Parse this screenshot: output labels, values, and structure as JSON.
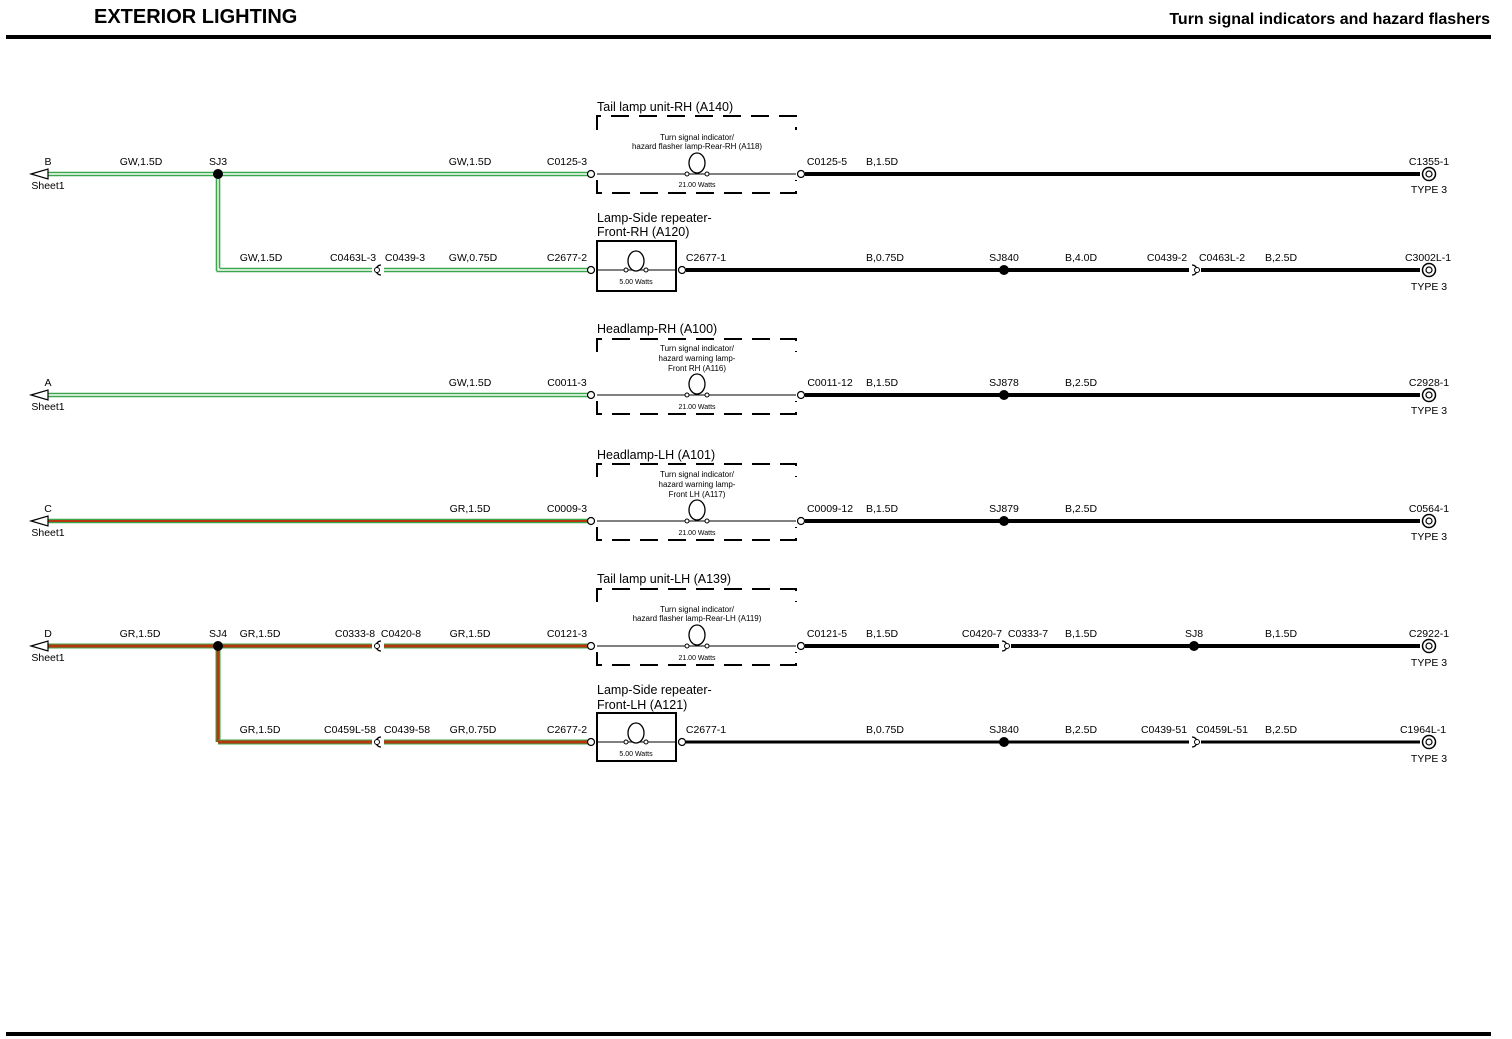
{
  "header": {
    "section": "EXTERIOR LIGHTING",
    "page_title": "Turn signal indicators and hazard flashers"
  },
  "colors": {
    "GW": "#3aa84a",
    "GR_green": "#3aa84a",
    "GR_red": "#b8360f",
    "B": "#000000"
  },
  "rows": [
    {
      "sheet_ref": "B",
      "sheet_name": "Sheet1",
      "wire1": "GW,1.5D",
      "splice1": "SJ3",
      "wire2": "GW,1.5D",
      "in_conn": "C0125-3",
      "component_title": "Tail lamp unit-RH (A140)",
      "lamp_label_lines": [
        "Turn signal indicator/",
        "hazard flasher lamp-Rear-RH (A118)"
      ],
      "watts": "21.00 Watts",
      "out_conn": "C0125-5",
      "out_wire1": "B,1.5D",
      "ground_conn": "C1355-1",
      "ground_type": "TYPE 3"
    },
    {
      "wire1": "GW,1.5D",
      "conn_a": "C0463L-3",
      "conn_b": "C0439-3",
      "wire2": "GW,0.75D",
      "in_conn": "C2677-2",
      "component_title_lines": [
        "Lamp-Side repeater-",
        "Front-RH (A120)"
      ],
      "watts": "5.00 Watts",
      "out_conn": "C2677-1",
      "out_wire1": "B,0.75D",
      "splice": "SJ840",
      "out_wire2": "B,4.0D",
      "conn_c": "C0439-2",
      "conn_d": "C0463L-2",
      "out_wire3": "B,2.5D",
      "ground_conn": "C3002L-1",
      "ground_type": "TYPE 3"
    },
    {
      "sheet_ref": "A",
      "sheet_name": "Sheet1",
      "wire2": "GW,1.5D",
      "in_conn": "C0011-3",
      "component_title": "Headlamp-RH (A100)",
      "lamp_label_lines": [
        "Turn signal indicator/",
        "hazard warning lamp-",
        "Front RH (A116)"
      ],
      "watts": "21.00 Watts",
      "out_conn": "C0011-12",
      "out_wire1": "B,1.5D",
      "splice": "SJ878",
      "out_wire2": "B,2.5D",
      "ground_conn": "C2928-1",
      "ground_type": "TYPE 3"
    },
    {
      "sheet_ref": "C",
      "sheet_name": "Sheet1",
      "wire2": "GR,1.5D",
      "in_conn": "C0009-3",
      "component_title": "Headlamp-LH (A101)",
      "lamp_label_lines": [
        "Turn signal indicator/",
        "hazard warning lamp-",
        "Front LH (A117)"
      ],
      "watts": "21.00 Watts",
      "out_conn": "C0009-12",
      "out_wire1": "B,1.5D",
      "splice": "SJ879",
      "out_wire2": "B,2.5D",
      "ground_conn": "C0564-1",
      "ground_type": "TYPE 3"
    },
    {
      "sheet_ref": "D",
      "sheet_name": "Sheet1",
      "wire1": "GR,1.5D",
      "splice1": "SJ4",
      "wire1b": "GR,1.5D",
      "conn_a": "C0333-8",
      "conn_b": "C0420-8",
      "wire2": "GR,1.5D",
      "in_conn": "C0121-3",
      "component_title": "Tail lamp unit-LH (A139)",
      "lamp_label_lines": [
        "Turn signal indicator/",
        "hazard flasher lamp-Rear-LH (A119)"
      ],
      "watts": "21.00 Watts",
      "out_conn": "C0121-5",
      "out_wire1": "B,1.5D",
      "conn_c": "C0420-7",
      "conn_d": "C0333-7",
      "out_wire2": "B,1.5D",
      "splice": "SJ8",
      "out_wire3": "B,1.5D",
      "ground_conn": "C2922-1",
      "ground_type": "TYPE 3"
    },
    {
      "wire1": "GR,1.5D",
      "conn_a": "C0459L-58",
      "conn_b": "C0439-58",
      "wire2": "GR,0.75D",
      "in_conn": "C2677-2",
      "component_title_lines": [
        "Lamp-Side repeater-",
        "Front-LH (A121)"
      ],
      "watts": "5.00 Watts",
      "out_conn": "C2677-1",
      "out_wire1": "B,0.75D",
      "splice": "SJ840",
      "out_wire2": "B,2.5D",
      "conn_c": "C0439-51",
      "conn_d": "C0459L-51",
      "out_wire3": "B,2.5D",
      "ground_conn": "C1964L-1",
      "ground_type": "TYPE 3"
    }
  ]
}
